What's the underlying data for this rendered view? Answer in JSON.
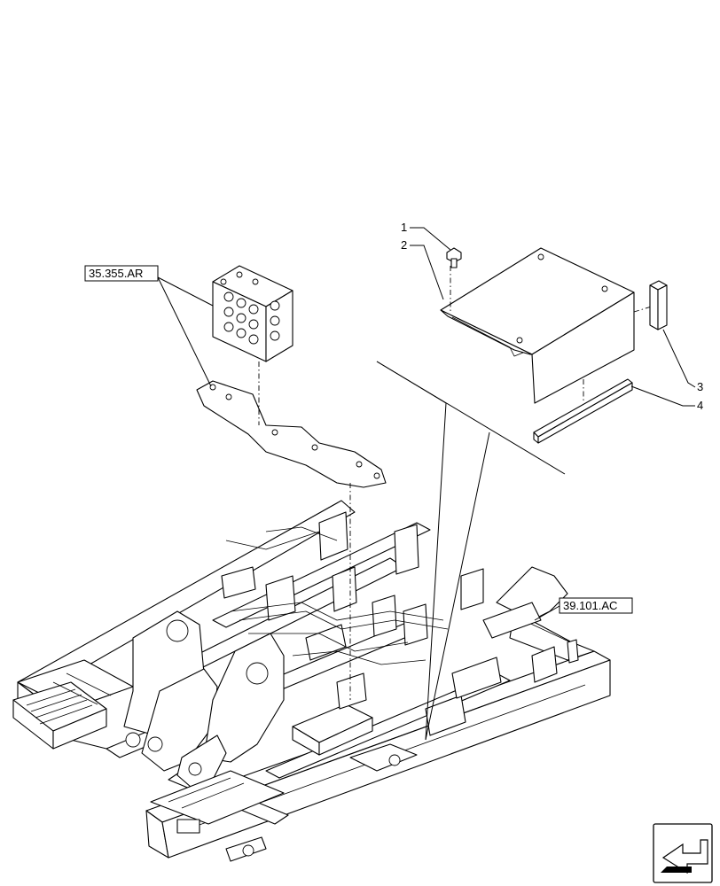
{
  "diagram": {
    "callouts": [
      "1",
      "2",
      "3",
      "4"
    ],
    "references": {
      "valve_block_ref": "35.355.AR",
      "frame_ref": "39.101.AC"
    },
    "icons": {
      "corner": "arrow-navigation-icon"
    }
  }
}
